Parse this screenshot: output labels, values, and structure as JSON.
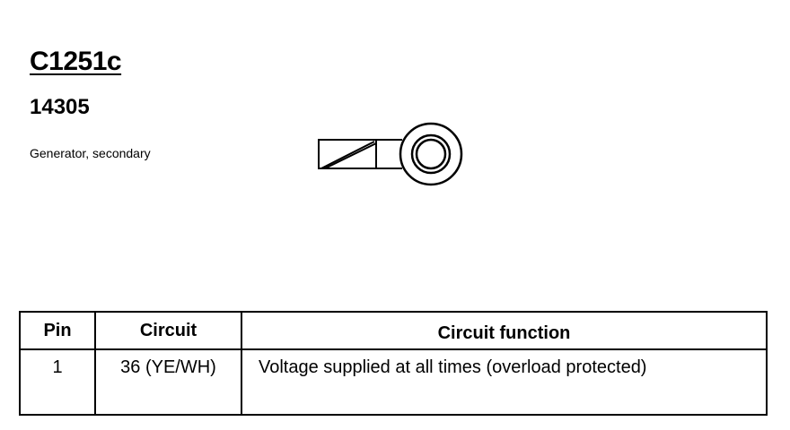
{
  "header": {
    "connector_id": "C1251c",
    "part_number": "14305",
    "description": "Generator, secondary"
  },
  "connector_diagram": {
    "icon": "ring-terminal-icon"
  },
  "pin_table": {
    "headers": {
      "pin": "Pin",
      "circuit": "Circuit",
      "function": "Circuit function"
    },
    "rows": [
      {
        "pin": "1",
        "circuit": "36 (YE/WH)",
        "function": "Voltage supplied at all times (overload protected)"
      }
    ]
  }
}
